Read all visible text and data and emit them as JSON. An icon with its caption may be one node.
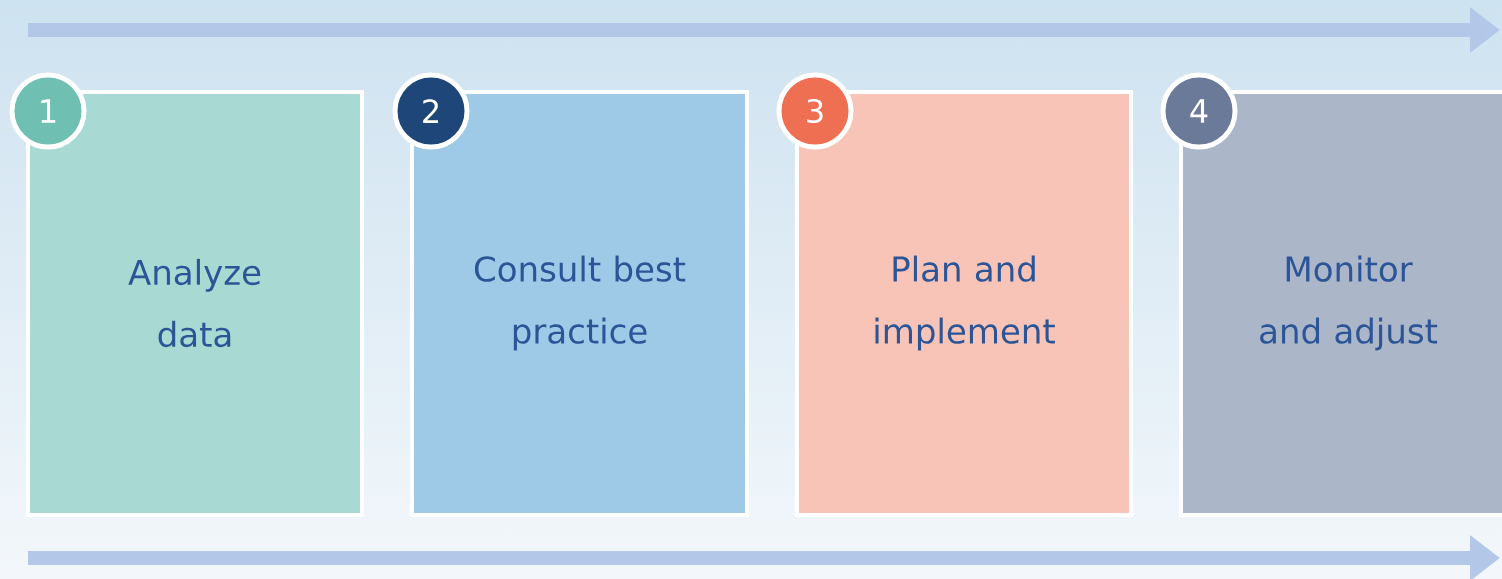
{
  "diagram": {
    "nodes": [
      {
        "text": [
          "1"
        ]
      },
      {
        "text": [
          "Analyze data"
        ]
      },
      {
        "text": [
          "2"
        ]
      },
      {
        "text": [
          "Consult best practice"
        ]
      },
      {
        "text": [
          "3"
        ]
      },
      {
        "text": [
          "Plan and implement"
        ]
      },
      {
        "text": [
          "4"
        ]
      },
      {
        "text": [
          "Monitor and adjust"
        ]
      }
    ]
  }
}
